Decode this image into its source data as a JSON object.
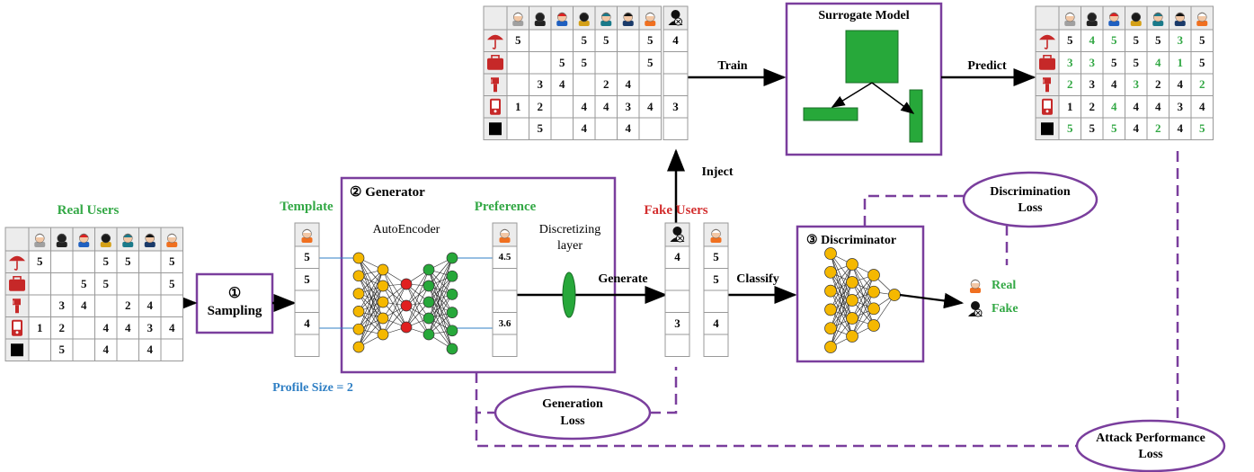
{
  "labels": {
    "real_users": "Real Users",
    "template": "Template",
    "profile_size": "Profile Size = 2",
    "sampling": "Sampling",
    "sampling_num": "①",
    "generator": "Generator",
    "generator_num": "②",
    "autoencoder": "AutoEncoder",
    "preference": "Preference",
    "discretizing": "Discretizing",
    "layer": "layer",
    "generate": "Generate",
    "fake_users": "Fake Users",
    "inject": "Inject",
    "train": "Train",
    "surrogate_model": "Surrogate Model",
    "predict": "Predict",
    "classify": "Classify",
    "discriminator": "Discriminator",
    "discriminator_num": "③",
    "real": "Real",
    "fake": "Fake",
    "discrimination_loss_1": "Discrimination",
    "discrimination_loss_2": "Loss",
    "generation_loss_1": "Generation",
    "generation_loss_2": "Loss",
    "attack_loss_1": "Attack Performance",
    "attack_loss_2": "Loss"
  },
  "real_matrix": [
    [
      "5",
      "",
      "",
      "5",
      "5",
      "",
      "5"
    ],
    [
      "",
      "",
      "5",
      "5",
      "",
      "",
      "5"
    ],
    [
      "",
      "3",
      "4",
      "",
      "2",
      "4",
      ""
    ],
    [
      "1",
      "2",
      "",
      "4",
      "4",
      "3",
      "4"
    ],
    [
      "",
      "5",
      "",
      "4",
      "",
      "4",
      ""
    ]
  ],
  "train_matrix": [
    [
      "5",
      "",
      "",
      "5",
      "5",
      "",
      "5"
    ],
    [
      "",
      "",
      "5",
      "5",
      "",
      "",
      "5"
    ],
    [
      "",
      "3",
      "4",
      "",
      "2",
      "4",
      ""
    ],
    [
      "1",
      "2",
      "",
      "4",
      "4",
      "3",
      "4"
    ],
    [
      "",
      "5",
      "",
      "4",
      "",
      "4",
      ""
    ]
  ],
  "injected_column": [
    "4",
    "",
    "",
    "3",
    ""
  ],
  "predicted_matrix": [
    [
      "5",
      "4",
      "5",
      "5",
      "5",
      "3",
      "5"
    ],
    [
      "3",
      "3",
      "5",
      "5",
      "4",
      "1",
      "5"
    ],
    [
      "2",
      "3",
      "4",
      "3",
      "2",
      "4",
      "2"
    ],
    [
      "1",
      "2",
      "4",
      "4",
      "4",
      "3",
      "4"
    ],
    [
      "5",
      "5",
      "5",
      "4",
      "2",
      "4",
      "5"
    ]
  ],
  "predicted_green_mask": [
    [
      0,
      1,
      1,
      0,
      0,
      1,
      0
    ],
    [
      1,
      1,
      0,
      0,
      1,
      1,
      0
    ],
    [
      1,
      0,
      0,
      1,
      0,
      0,
      1
    ],
    [
      0,
      0,
      1,
      0,
      0,
      0,
      0
    ],
    [
      1,
      0,
      1,
      0,
      1,
      0,
      1
    ]
  ],
  "template_column": [
    "5",
    "5",
    "",
    "4",
    ""
  ],
  "preference_column": [
    "4.5",
    "",
    "",
    "3.6",
    ""
  ],
  "fake_column": [
    "4",
    "",
    "",
    "3",
    ""
  ],
  "classify_column": [
    "5",
    "5",
    "",
    "4",
    ""
  ],
  "colors": {
    "purple": "#7a3e9d",
    "green": "#33a845",
    "red": "#d32f2f",
    "blue": "#2f7fc4",
    "node_yellow": "#f5b800",
    "node_red": "#e02020",
    "node_green": "#27a83a",
    "grid_fill": "#ececec"
  },
  "icons": {
    "users": [
      "person-icon",
      "spy-icon",
      "superhero-icon",
      "alien-icon",
      "woman-icon",
      "woman-dark-icon",
      "person-orange-icon"
    ],
    "items": [
      "umbrella-icon",
      "bag-icon",
      "hairdryer-icon",
      "phone-icon",
      "black-square-icon"
    ],
    "fake_user": "fake-user-icon"
  }
}
